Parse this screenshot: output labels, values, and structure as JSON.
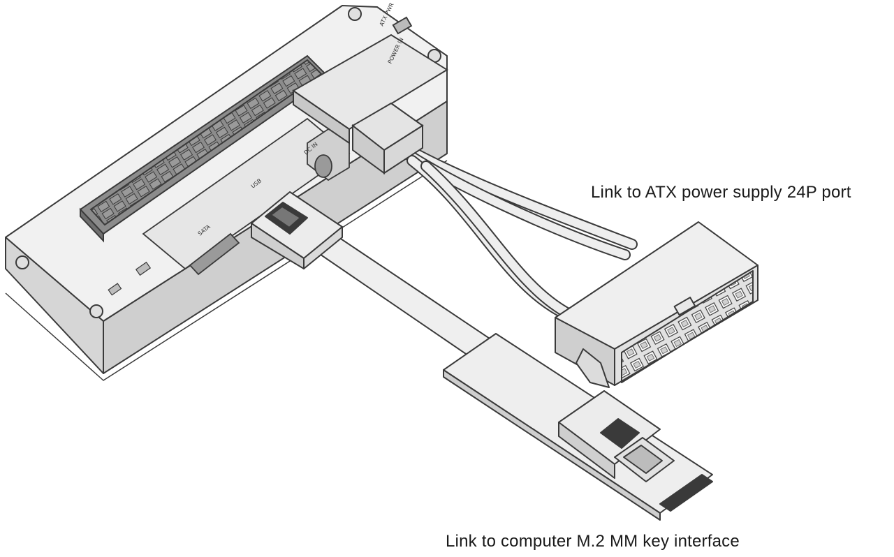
{
  "callouts": {
    "atx": "Link to ATX power supply 24P port",
    "m2": "Link to computer M.2 MM key interface"
  },
  "board_labels": {
    "sata": "SATA",
    "usb": "USB",
    "dc": "DC IN",
    "power": "POWER IN",
    "atx_label": "ATX PWR"
  },
  "colors": {
    "line": "#3a3a3a",
    "top_face": "#f1f1f1",
    "side_face": "#d6d6d6",
    "dark_face": "#bdbdbd",
    "slot": "#8c8c8c",
    "background": "#ffffff"
  }
}
